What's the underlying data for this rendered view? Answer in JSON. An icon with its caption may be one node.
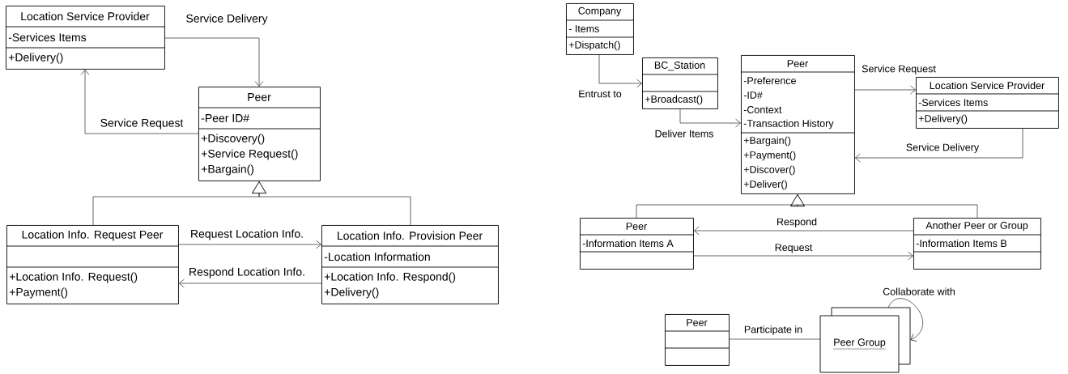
{
  "diagram": {
    "nodes": [
      {
        "text": [
          "Location Service Provider",
          "-Services Items",
          "+Delivery()"
        ]
      },
      {
        "text": [
          "Peer",
          "-Peer ID#",
          "+Discovery()",
          "+Service Request()",
          "+Bargain()"
        ]
      },
      {
        "text": [
          "Location Info. Request Peer",
          "+Location Info. Request()",
          "+Payment()"
        ]
      },
      {
        "text": [
          "Location Info. Provision Peer",
          "-Location Information",
          "+Location Info. Respond()",
          "+Delivery()"
        ]
      },
      {
        "text": [
          "Company",
          "- Items",
          "+Dispatch()"
        ]
      },
      {
        "text": [
          "BC_Station",
          "+Broadcast()"
        ]
      },
      {
        "text": [
          "Peer",
          "-Preference",
          "-ID#",
          "-Context",
          "-Transaction History",
          "+Bargain()",
          "+Payment()",
          "+Discover()",
          "+Deliver()"
        ]
      },
      {
        "text": [
          "Location Service Provider",
          "-Services Items",
          "+Delivery()"
        ]
      },
      {
        "text": [
          "Peer",
          "-Information Items A"
        ]
      },
      {
        "text": [
          "Another Peer or Group",
          "-Information Items B"
        ]
      },
      {
        "text": [
          "Peer"
        ]
      },
      {
        "text": [
          "Peer Group"
        ]
      }
    ],
    "edges": [
      {
        "from": 0,
        "to": 1,
        "arrow": "to",
        "label": "Service Delivery"
      },
      {
        "from": 1,
        "to": 0,
        "arrow": "to",
        "label": "Service Request"
      },
      {
        "from": 2,
        "to": 1,
        "arrow": "to"
      },
      {
        "from": 3,
        "to": 1,
        "arrow": "to"
      },
      {
        "from": 2,
        "to": 3,
        "arrow": "to",
        "label": "Request Location Info."
      },
      {
        "from": 3,
        "to": 2,
        "arrow": "to",
        "label": "Respond Location Info."
      },
      {
        "from": 4,
        "to": 5,
        "arrow": "to",
        "label": "Entrust to"
      },
      {
        "from": 5,
        "to": 6,
        "arrow": "to",
        "label": "Deliver Items"
      },
      {
        "from": 6,
        "to": 7,
        "arrow": "to",
        "label": "Service Request"
      },
      {
        "from": 7,
        "to": 6,
        "arrow": "to",
        "label": "Service Delivery"
      },
      {
        "from": 8,
        "to": 6,
        "arrow": "to"
      },
      {
        "from": 9,
        "to": 6,
        "arrow": "to"
      },
      {
        "from": 9,
        "to": 8,
        "arrow": "to",
        "label": "Respond"
      },
      {
        "from": 8,
        "to": 9,
        "arrow": "to",
        "label": "Request"
      },
      {
        "from": 10,
        "to": 11,
        "arrow": "none",
        "label": "Participate in"
      },
      {
        "from": 11,
        "to": 11,
        "arrow": "to",
        "label": "Collaborate with"
      }
    ]
  }
}
